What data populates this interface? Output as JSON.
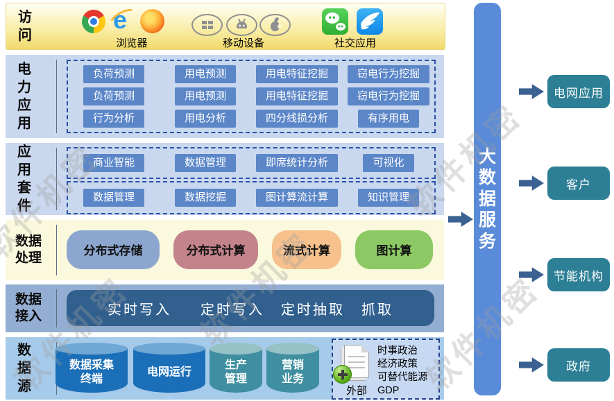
{
  "watermark": "软件机密",
  "access": {
    "label": "访问",
    "groups": [
      {
        "label": "浏览器",
        "icons": [
          "chrome-icon",
          "ie-icon",
          "firefox-icon"
        ]
      },
      {
        "label": "移动设备",
        "icons": [
          "windows-icon",
          "android-icon",
          "apple-icon"
        ]
      },
      {
        "label": "社交应用",
        "icons": [
          "wechat-icon",
          "dingtalk-icon"
        ]
      }
    ]
  },
  "power": {
    "label": "电力应用",
    "buttons": [
      "负荷预测",
      "用电预测",
      "用电特征挖掘",
      "窃电行为挖掘",
      "负荷预测",
      "用电预测",
      "用电特征挖掘",
      "窃电行为挖掘",
      "行为分析",
      "用电分析",
      "四分线损分析",
      "有序用电"
    ]
  },
  "suite": {
    "label": "应用套件",
    "row1": [
      "商业智能",
      "数据管理",
      "即席统计分析",
      "可视化"
    ],
    "row2": [
      "数据管理",
      "数据挖掘",
      "图计算流计算",
      "知识管理"
    ]
  },
  "processing": {
    "label": "数据处理",
    "items": [
      "分布式存储",
      "分布式计算",
      "流式计算",
      "图计算"
    ],
    "colors": [
      "#8CA6CF",
      "#C2838B",
      "#F6C18D",
      "#8CC863"
    ]
  },
  "ingest": {
    "label": "数据接入",
    "items": [
      "实时写入",
      "定时写入",
      "定时抽取",
      "抓取"
    ]
  },
  "source": {
    "label": "数据源",
    "cylinders": [
      "数据采集终端",
      "电网运行",
      "生产管理",
      "营销业务"
    ],
    "external_label": "外部",
    "external_lines": [
      "时事政治",
      "经济政策",
      "可替代能源",
      "GDP"
    ]
  },
  "service_bar": "大数据服务",
  "consumers": [
    "电网应用",
    "客户",
    "节能机构",
    "政府"
  ],
  "colors": {
    "service_bar": "#5A8BD9",
    "consumer_box": "#2C7F95",
    "arrow": "#3A6191",
    "app_button": "#5B86C8",
    "ingest_box": "#31608F",
    "cylinder_blue": "#1B6FB9",
    "cylinder_teal": "#3F8FA0",
    "section_blue": "#C9D8EE",
    "section_yellow": "#FAF9DD",
    "section_ingest": "#93AED2",
    "section_source": "#A6CBEA"
  }
}
